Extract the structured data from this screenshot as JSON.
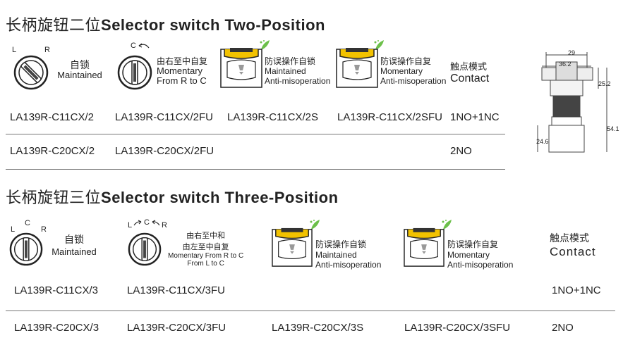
{
  "two_position": {
    "title_cn": "长柄旋钮二位",
    "title_en": "Selector switch Two-Position",
    "switch_icon_1": {
      "left": "L",
      "right": "R",
      "label_cn": "自锁",
      "label_en": "Maintained"
    },
    "switch_icon_2": {
      "top": "C",
      "label_cn": "由右至中自复",
      "label_en_1": "Momentary",
      "label_en_2": "From R to C"
    },
    "guard_1": {
      "label_cn": "防误操作自锁",
      "label_en_1": "Maintained",
      "label_en_2": "Anti-misoperation"
    },
    "guard_2": {
      "label_cn": "防误操作自复",
      "label_en_1": "Momentary",
      "label_en_2": "Anti-misoperation"
    },
    "contact": {
      "label_cn": "触点模式",
      "label_en": "Contact"
    },
    "row_1": [
      "LA139R-C11CX/2",
      "LA139R-C11CX/2FU",
      "LA139R-C11CX/2S",
      "LA139R-C11CX/2SFU",
      "1NO+1NC"
    ],
    "row_2": [
      "LA139R-C20CX/2",
      "LA139R-C20CX/2FU",
      "2NO"
    ]
  },
  "three_position": {
    "title_cn": "长柄旋钮三位",
    "title_en": "Selector switch Three-Position",
    "switch_icon_1": {
      "left": "L",
      "top": "C",
      "right": "R",
      "label_cn": "自锁",
      "label_en": "Maintained"
    },
    "switch_icon_2": {
      "left": "L",
      "top": "C",
      "right": "R",
      "label_cn_1": "由右至中和",
      "label_cn_2": "由左至中自复",
      "label_en_1": "Momentary From R to C",
      "label_en_2": "From L to C"
    },
    "guard_1": {
      "label_cn": "防误操作自锁",
      "label_en_1": "Maintained",
      "label_en_2": "Anti-misoperation"
    },
    "guard_2": {
      "label_cn": "防误操作自复",
      "label_en_1": "Momentary",
      "label_en_2": "Anti-misoperation"
    },
    "contact": {
      "label_cn": "触点模式",
      "label_en": "Contact"
    },
    "row_1": [
      "LA139R-C11CX/3",
      "LA139R-C11CX/3FU",
      "1NO+1NC"
    ],
    "row_2": [
      "LA139R-C20CX/3",
      "LA139R-C20CX/3FU",
      "LA139R-C20CX/3S",
      "LA139R-C20CX/3SFU",
      "2NO"
    ]
  },
  "dimensions": {
    "d1": "29",
    "d2": "36.2",
    "d3": "25.2",
    "d4": "54.1",
    "d5": "24.6"
  },
  "colors": {
    "guard_yellow": "#f2c200",
    "leaf_green": "#6cc04a",
    "line": "#777777"
  }
}
